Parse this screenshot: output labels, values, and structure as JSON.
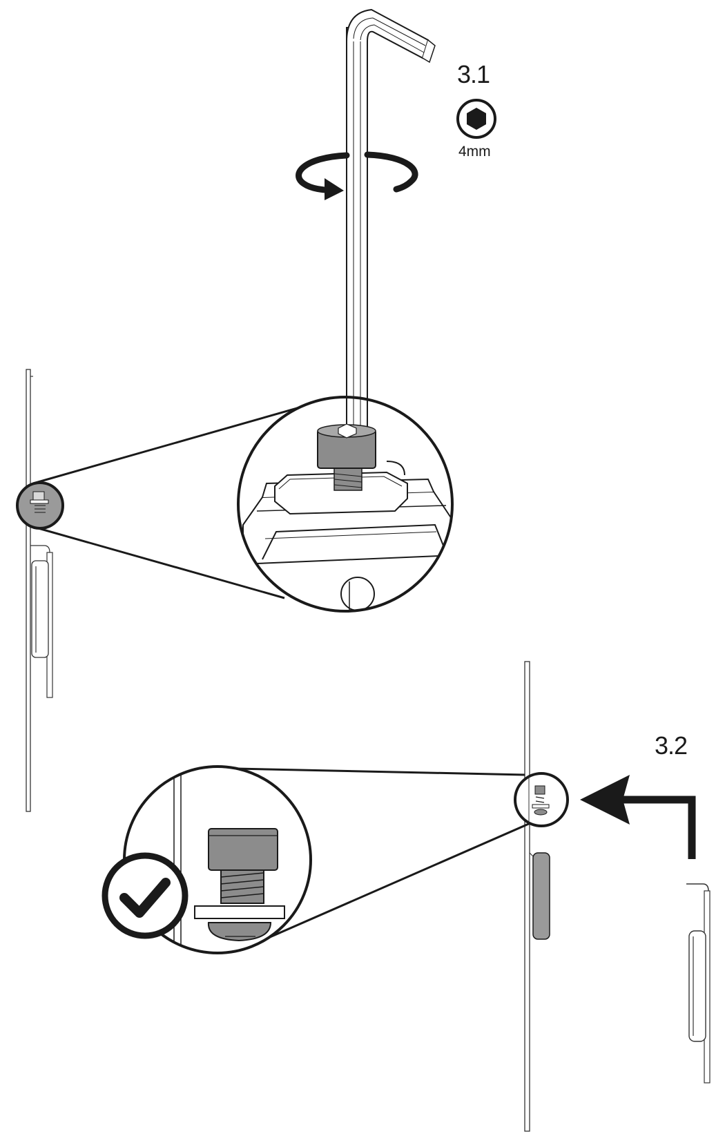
{
  "step_1": {
    "label": "3.1",
    "tool_size": "4mm",
    "tool_icon": "hex-key-icon"
  },
  "step_2": {
    "label": "3.2",
    "status_icon": "checkmark-icon"
  },
  "colors": {
    "ink": "#1a1a1a",
    "screw_fill": "#8c8c8c",
    "bracket_fill": "#9a9a9a",
    "background": "#ffffff"
  }
}
